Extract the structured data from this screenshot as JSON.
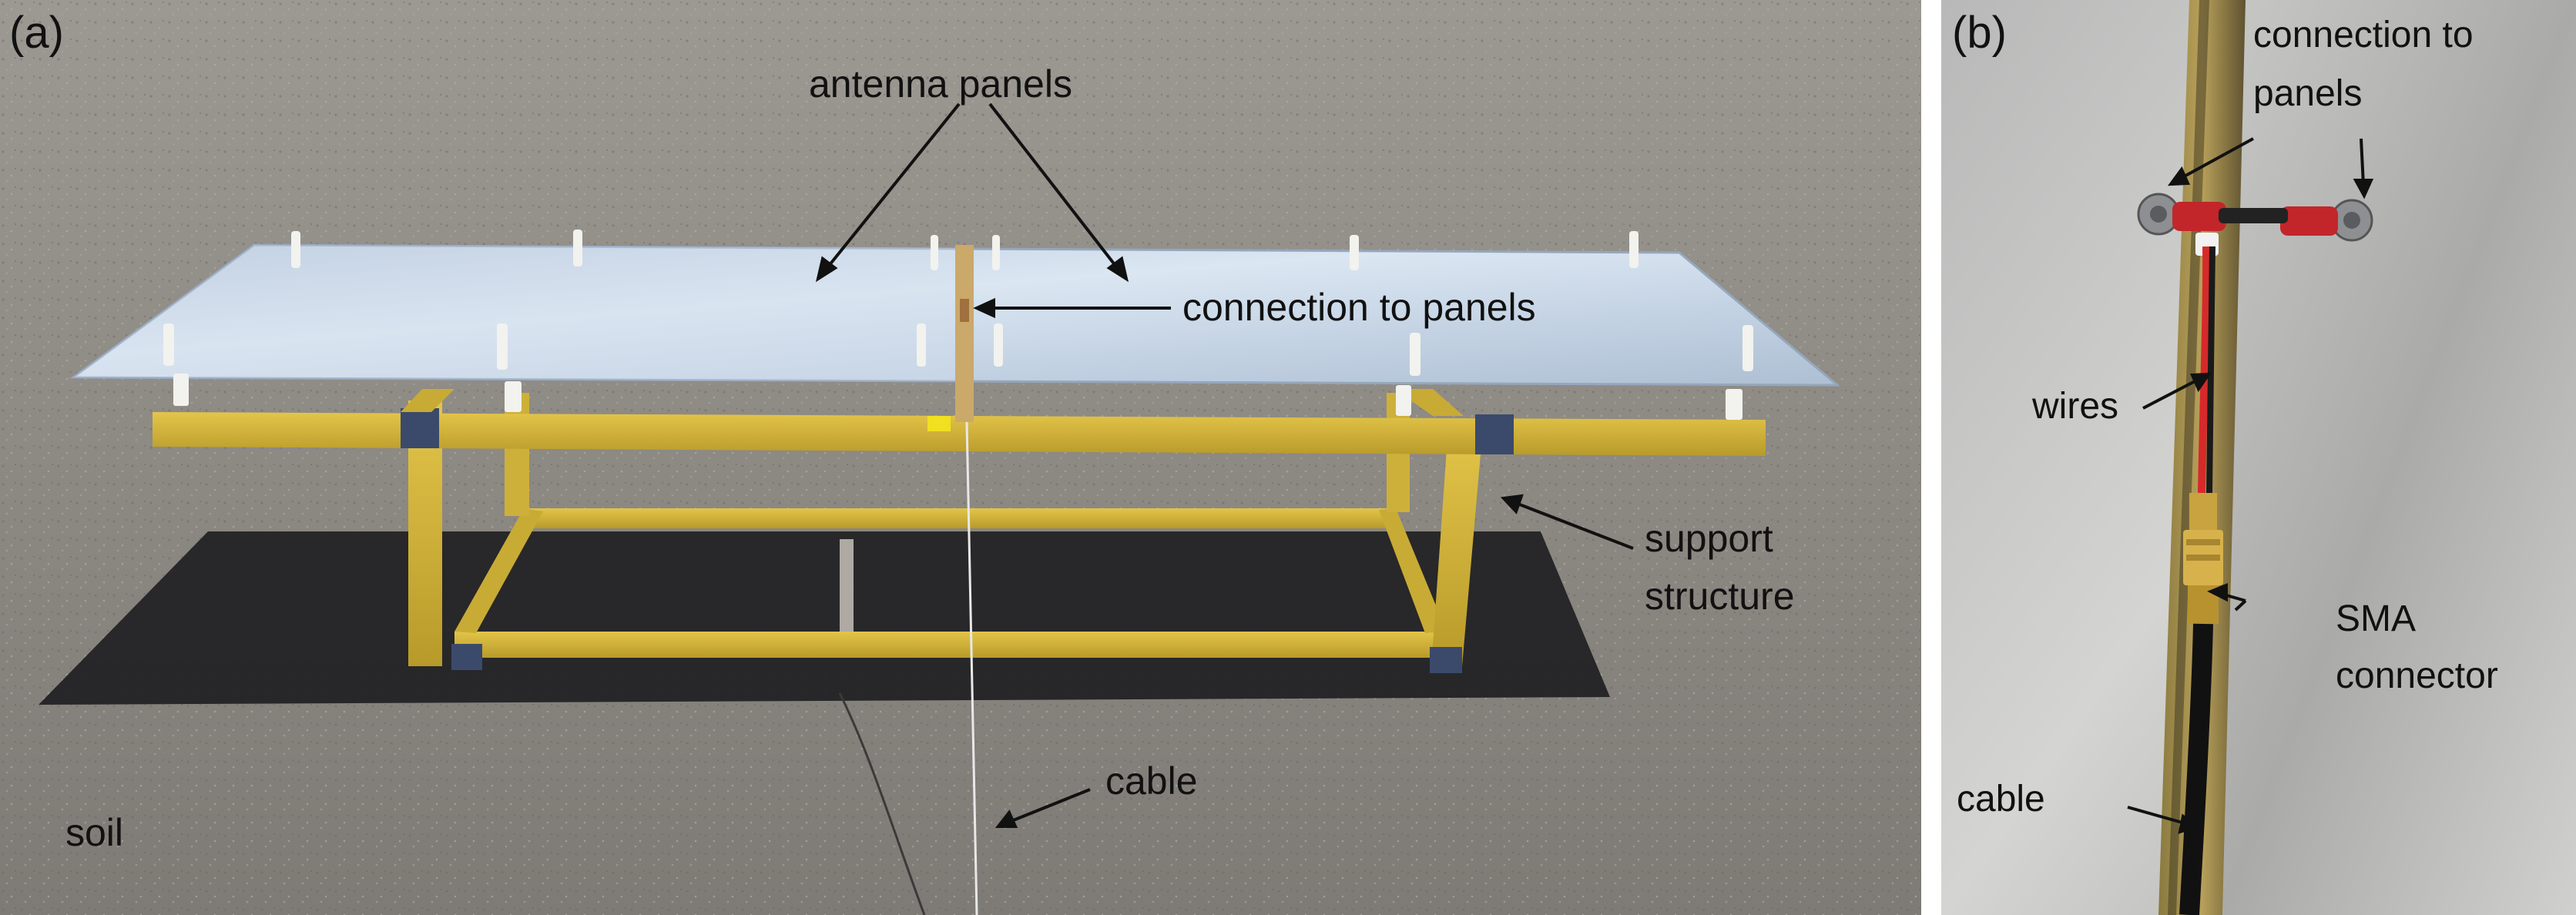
{
  "panel_a": {
    "tag": "(a)",
    "labels": {
      "antenna_panels": "antenna panels",
      "connection": "connection to panels",
      "support_line1": "support",
      "support_line2": "structure",
      "cable": "cable",
      "soil": "soil"
    }
  },
  "panel_b": {
    "tag": "(b)",
    "labels": {
      "connection_line1": "connection to",
      "connection_line2": "panels",
      "wires": "wires",
      "sma_line1": "SMA",
      "sma_line2": "connector",
      "cable": "cable"
    }
  },
  "colors": {
    "soil": "#8b8782",
    "shadow": "#1f1f22",
    "aluminum": "#c9d6e6",
    "frame_yellow": "#d8b93a",
    "strip_brass": "#7a6a3a"
  }
}
